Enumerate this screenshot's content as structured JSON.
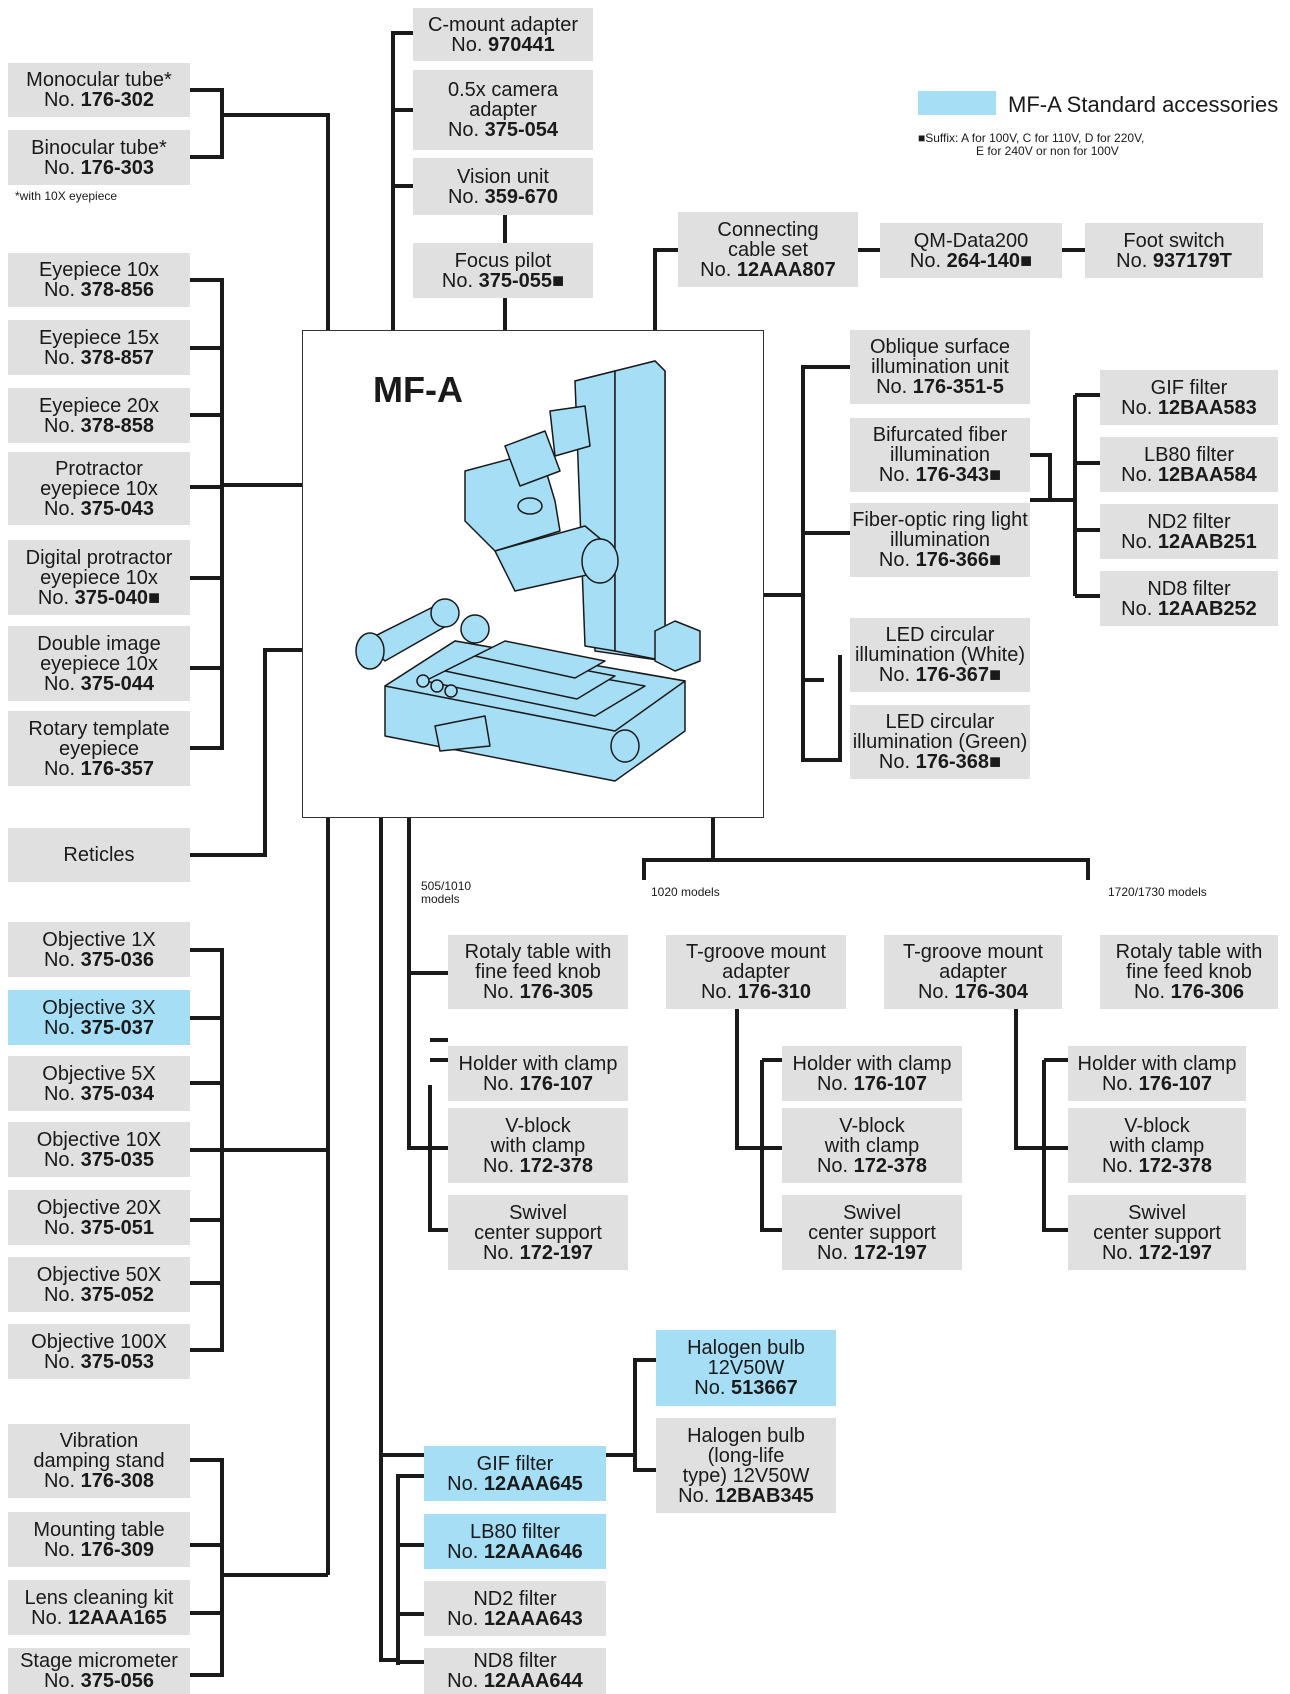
{
  "product": "MF-A",
  "legend": {
    "standard_label": "MF-A Standard accessories",
    "standard_color": "#a6def5",
    "suffix_line1_prefix": "Suffix: ",
    "suffix_line1": "A for 100V, C for 110V, D for 220V,",
    "suffix_line2": "E for 240V or non for 100V"
  },
  "notes": {
    "eyepiece_note": "*with 10X eyepiece",
    "models_505_1010": [
      "505/1010",
      "models"
    ],
    "models_1020": "1020 models",
    "models_1720_1730": "1720/1730 models"
  },
  "boxes": [
    {
      "id": "c-mount",
      "lines": [
        "C-mount adapter"
      ],
      "no": "970441"
    },
    {
      "id": "camera-adapter",
      "lines": [
        "0.5x camera",
        "adapter"
      ],
      "no": "375-054"
    },
    {
      "id": "vision-unit",
      "lines": [
        "Vision unit"
      ],
      "no": "359-670"
    },
    {
      "id": "focus-pilot",
      "lines": [
        "Focus pilot"
      ],
      "no": "375-055■"
    },
    {
      "id": "monocular",
      "lines": [
        "Monocular tube*"
      ],
      "no": "176-302"
    },
    {
      "id": "binocular",
      "lines": [
        "Binocular tube*"
      ],
      "no": "176-303"
    },
    {
      "id": "eyepiece10",
      "lines": [
        "Eyepiece 10x"
      ],
      "no": "378-856"
    },
    {
      "id": "eyepiece15",
      "lines": [
        "Eyepiece 15x"
      ],
      "no": "378-857"
    },
    {
      "id": "eyepiece20",
      "lines": [
        "Eyepiece 20x"
      ],
      "no": "378-858"
    },
    {
      "id": "protractor",
      "lines": [
        "Protractor",
        "eyepiece 10x"
      ],
      "no": "375-043"
    },
    {
      "id": "digital-protractor",
      "lines": [
        "Digital protractor",
        "eyepiece 10x"
      ],
      "no": "375-040■"
    },
    {
      "id": "double-image",
      "lines": [
        "Double image",
        "eyepiece 10x"
      ],
      "no": "375-044"
    },
    {
      "id": "rotary-template",
      "lines": [
        "Rotary template",
        "eyepiece"
      ],
      "no": "176-357"
    },
    {
      "id": "reticles",
      "lines": [
        "Reticles"
      ],
      "no": ""
    },
    {
      "id": "obj1",
      "lines": [
        "Objective 1X"
      ],
      "no": "375-036"
    },
    {
      "id": "obj3",
      "lines": [
        "Objective 3X"
      ],
      "no": "375-037",
      "std": true
    },
    {
      "id": "obj5",
      "lines": [
        "Objective 5X"
      ],
      "no": "375-034"
    },
    {
      "id": "obj10",
      "lines": [
        "Objective 10X"
      ],
      "no": "375-035"
    },
    {
      "id": "obj20",
      "lines": [
        "Objective 20X"
      ],
      "no": "375-051"
    },
    {
      "id": "obj50",
      "lines": [
        "Objective 50X"
      ],
      "no": "375-052"
    },
    {
      "id": "obj100",
      "lines": [
        "Objective 100X"
      ],
      "no": "375-053"
    },
    {
      "id": "vibration",
      "lines": [
        "Vibration",
        "damping stand"
      ],
      "no": "176-308"
    },
    {
      "id": "mounting",
      "lines": [
        "Mounting table"
      ],
      "no": "176-309"
    },
    {
      "id": "lens-kit",
      "lines": [
        "Lens cleaning kit"
      ],
      "no": "12AAA165"
    },
    {
      "id": "stage-micro",
      "lines": [
        "Stage micrometer"
      ],
      "no": "375-056"
    },
    {
      "id": "cable-set",
      "lines": [
        "Connecting",
        "cable set"
      ],
      "no": "12AAA807"
    },
    {
      "id": "qm-data",
      "lines": [
        "QM-Data200"
      ],
      "no": "264-140■"
    },
    {
      "id": "foot-switch",
      "lines": [
        "Foot switch"
      ],
      "no": "937179T"
    },
    {
      "id": "oblique",
      "lines": [
        "Oblique surface",
        "illumination unit"
      ],
      "no": "176-351-5"
    },
    {
      "id": "bifurcated",
      "lines": [
        "Bifurcated fiber",
        "illumination"
      ],
      "no": "176-343■"
    },
    {
      "id": "ring-light",
      "lines": [
        "Fiber-optic ring light",
        "illumination"
      ],
      "no": "176-366■"
    },
    {
      "id": "gif-r",
      "lines": [
        "GIF filter"
      ],
      "no": "12BAA583"
    },
    {
      "id": "lb80-r",
      "lines": [
        "LB80 filter"
      ],
      "no": "12BAA584"
    },
    {
      "id": "nd2-r",
      "lines": [
        "ND2 filter"
      ],
      "no": "12AAB251"
    },
    {
      "id": "nd8-r",
      "lines": [
        "ND8 filter"
      ],
      "no": "12AAB252"
    },
    {
      "id": "led-white",
      "lines": [
        "LED circular",
        "illumination (White)"
      ],
      "no": "176-367■"
    },
    {
      "id": "led-green",
      "lines": [
        "LED circular",
        "illumination (Green)"
      ],
      "no": "176-368■"
    },
    {
      "id": "rot-305",
      "lines": [
        "Rotaly table with",
        "fine feed knob"
      ],
      "no": "176-305"
    },
    {
      "id": "tg-310",
      "lines": [
        "T-groove mount",
        "adapter"
      ],
      "no": "176-310"
    },
    {
      "id": "tg-304",
      "lines": [
        "T-groove mount",
        "adapter"
      ],
      "no": "176-304"
    },
    {
      "id": "rot-306",
      "lines": [
        "Rotaly table with",
        "fine feed knob"
      ],
      "no": "176-306"
    },
    {
      "id": "holder-a",
      "lines": [
        "Holder with clamp"
      ],
      "no": "176-107"
    },
    {
      "id": "vblock-a",
      "lines": [
        "V-block",
        "with clamp"
      ],
      "no": "172-378"
    },
    {
      "id": "swivel-a",
      "lines": [
        "Swivel",
        "center support"
      ],
      "no": "172-197"
    },
    {
      "id": "holder-b",
      "lines": [
        "Holder with clamp"
      ],
      "no": "176-107"
    },
    {
      "id": "vblock-b",
      "lines": [
        "V-block",
        "with clamp"
      ],
      "no": "172-378"
    },
    {
      "id": "swivel-b",
      "lines": [
        "Swivel",
        "center support"
      ],
      "no": "172-197"
    },
    {
      "id": "holder-c",
      "lines": [
        "Holder with clamp"
      ],
      "no": "176-107"
    },
    {
      "id": "vblock-c",
      "lines": [
        "V-block",
        "with clamp"
      ],
      "no": "172-378"
    },
    {
      "id": "swivel-c",
      "lines": [
        "Swivel",
        "center support"
      ],
      "no": "172-197"
    },
    {
      "id": "halogen",
      "lines": [
        "Halogen bulb",
        "12V50W"
      ],
      "no": "513667",
      "std": true
    },
    {
      "id": "halogen-ll",
      "lines": [
        "Halogen bulb",
        "(long-life",
        "type) 12V50W"
      ],
      "no": "12BAB345"
    },
    {
      "id": "gif-b",
      "lines": [
        "GIF filter"
      ],
      "no": "12AAA645",
      "std": true
    },
    {
      "id": "lb80-b",
      "lines": [
        "LB80 filter"
      ],
      "no": "12AAA646",
      "std": true
    },
    {
      "id": "nd2-b",
      "lines": [
        "ND2 filter"
      ],
      "no": "12AAA643"
    },
    {
      "id": "nd8-b",
      "lines": [
        "ND8 filter"
      ],
      "no": "12AAA644"
    }
  ],
  "no_prefix": "No. "
}
